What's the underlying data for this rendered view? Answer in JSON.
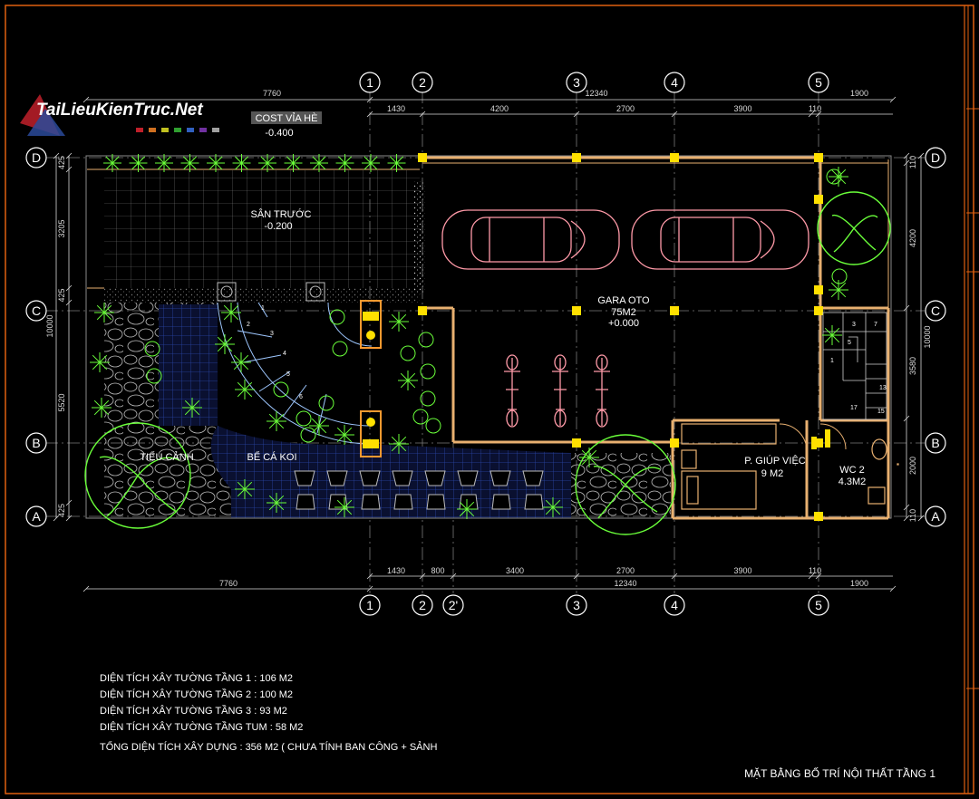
{
  "logo": {
    "text": "TaiLieuKienTruc.Net"
  },
  "grid": {
    "numbers": [
      "1",
      "2",
      "3",
      "4",
      "5"
    ],
    "numbers_bottom": [
      "1",
      "2",
      "2'",
      "3",
      "4",
      "5"
    ],
    "letters": [
      "D",
      "C",
      "B",
      "A"
    ]
  },
  "dims": {
    "top_total_left": "7760",
    "top_total_right": "12340",
    "top_right_end": "1900",
    "top_segments": [
      "1430",
      "4200",
      "2700",
      "3900",
      "110"
    ],
    "bottom_total_left": "7760",
    "bottom_total_right": "12340",
    "bottom_right_end": "1900",
    "bottom_segments": [
      "1430",
      "800",
      "3400",
      "2700",
      "3900",
      "110"
    ],
    "left_total": "10000",
    "left_segments": [
      "425",
      "3205",
      "425",
      "5520",
      "425"
    ],
    "right_total": "10000",
    "right_segments": [
      "110",
      "4200",
      "3580",
      "2000",
      "110"
    ]
  },
  "labels": {
    "cost": "COST VỈA HÈ",
    "cost_level": "-0.400",
    "san_truoc": "SÂN TRƯỚC",
    "san_truoc_level": "-0.200",
    "gara": "GARA OTO",
    "gara_area": "75M2",
    "gara_level": "+0.000",
    "tieu_canh": "TIỂU CẢNH",
    "be_ca_koi": "BỂ CÁ KOI",
    "giup_viec": "P. GIÚP VIỆC",
    "giup_viec_area": "9 M2",
    "wc": "WC 2",
    "wc_area": "4.3M2"
  },
  "notes": [
    "DIỆN TÍCH XÂY TƯỜNG TẦNG 1 : 106 M2",
    "DIỆN TÍCH XÂY TƯỜNG TẦNG 2 : 100 M2",
    "DIỆN TÍCH XÂY TƯỜNG TẦNG 3 : 93 M2",
    "DIỆN TÍCH XÂY TƯỜNG TẦNG TUM : 58 M2"
  ],
  "total_note": "TỔNG DIỆN TÍCH XÂY DỰNG : 356 M2 ( CHƯA TÍNH BAN CÔNG + SẢNH",
  "drawing_title": "MẶT BẰNG BỐ TRÍ NỘI THẤT TẦNG 1",
  "stair_numbers": [
    "1",
    "2",
    "3",
    "4",
    "5",
    "6"
  ],
  "stair2_numbers": [
    "3",
    "5",
    "7",
    "1",
    "13",
    "17",
    "15"
  ],
  "colors": {
    "background": "#000000",
    "frame": "#e06010",
    "wall": "#e8b070",
    "column": "#ffe000",
    "grid_line": "#7a7a7a",
    "dimension": "#d8d8d8",
    "text": "#ffffff",
    "car": "#ff9aa8",
    "plant": "#6aff3a",
    "pond": "#2a46a8",
    "tiles": "#8a8a8a"
  }
}
